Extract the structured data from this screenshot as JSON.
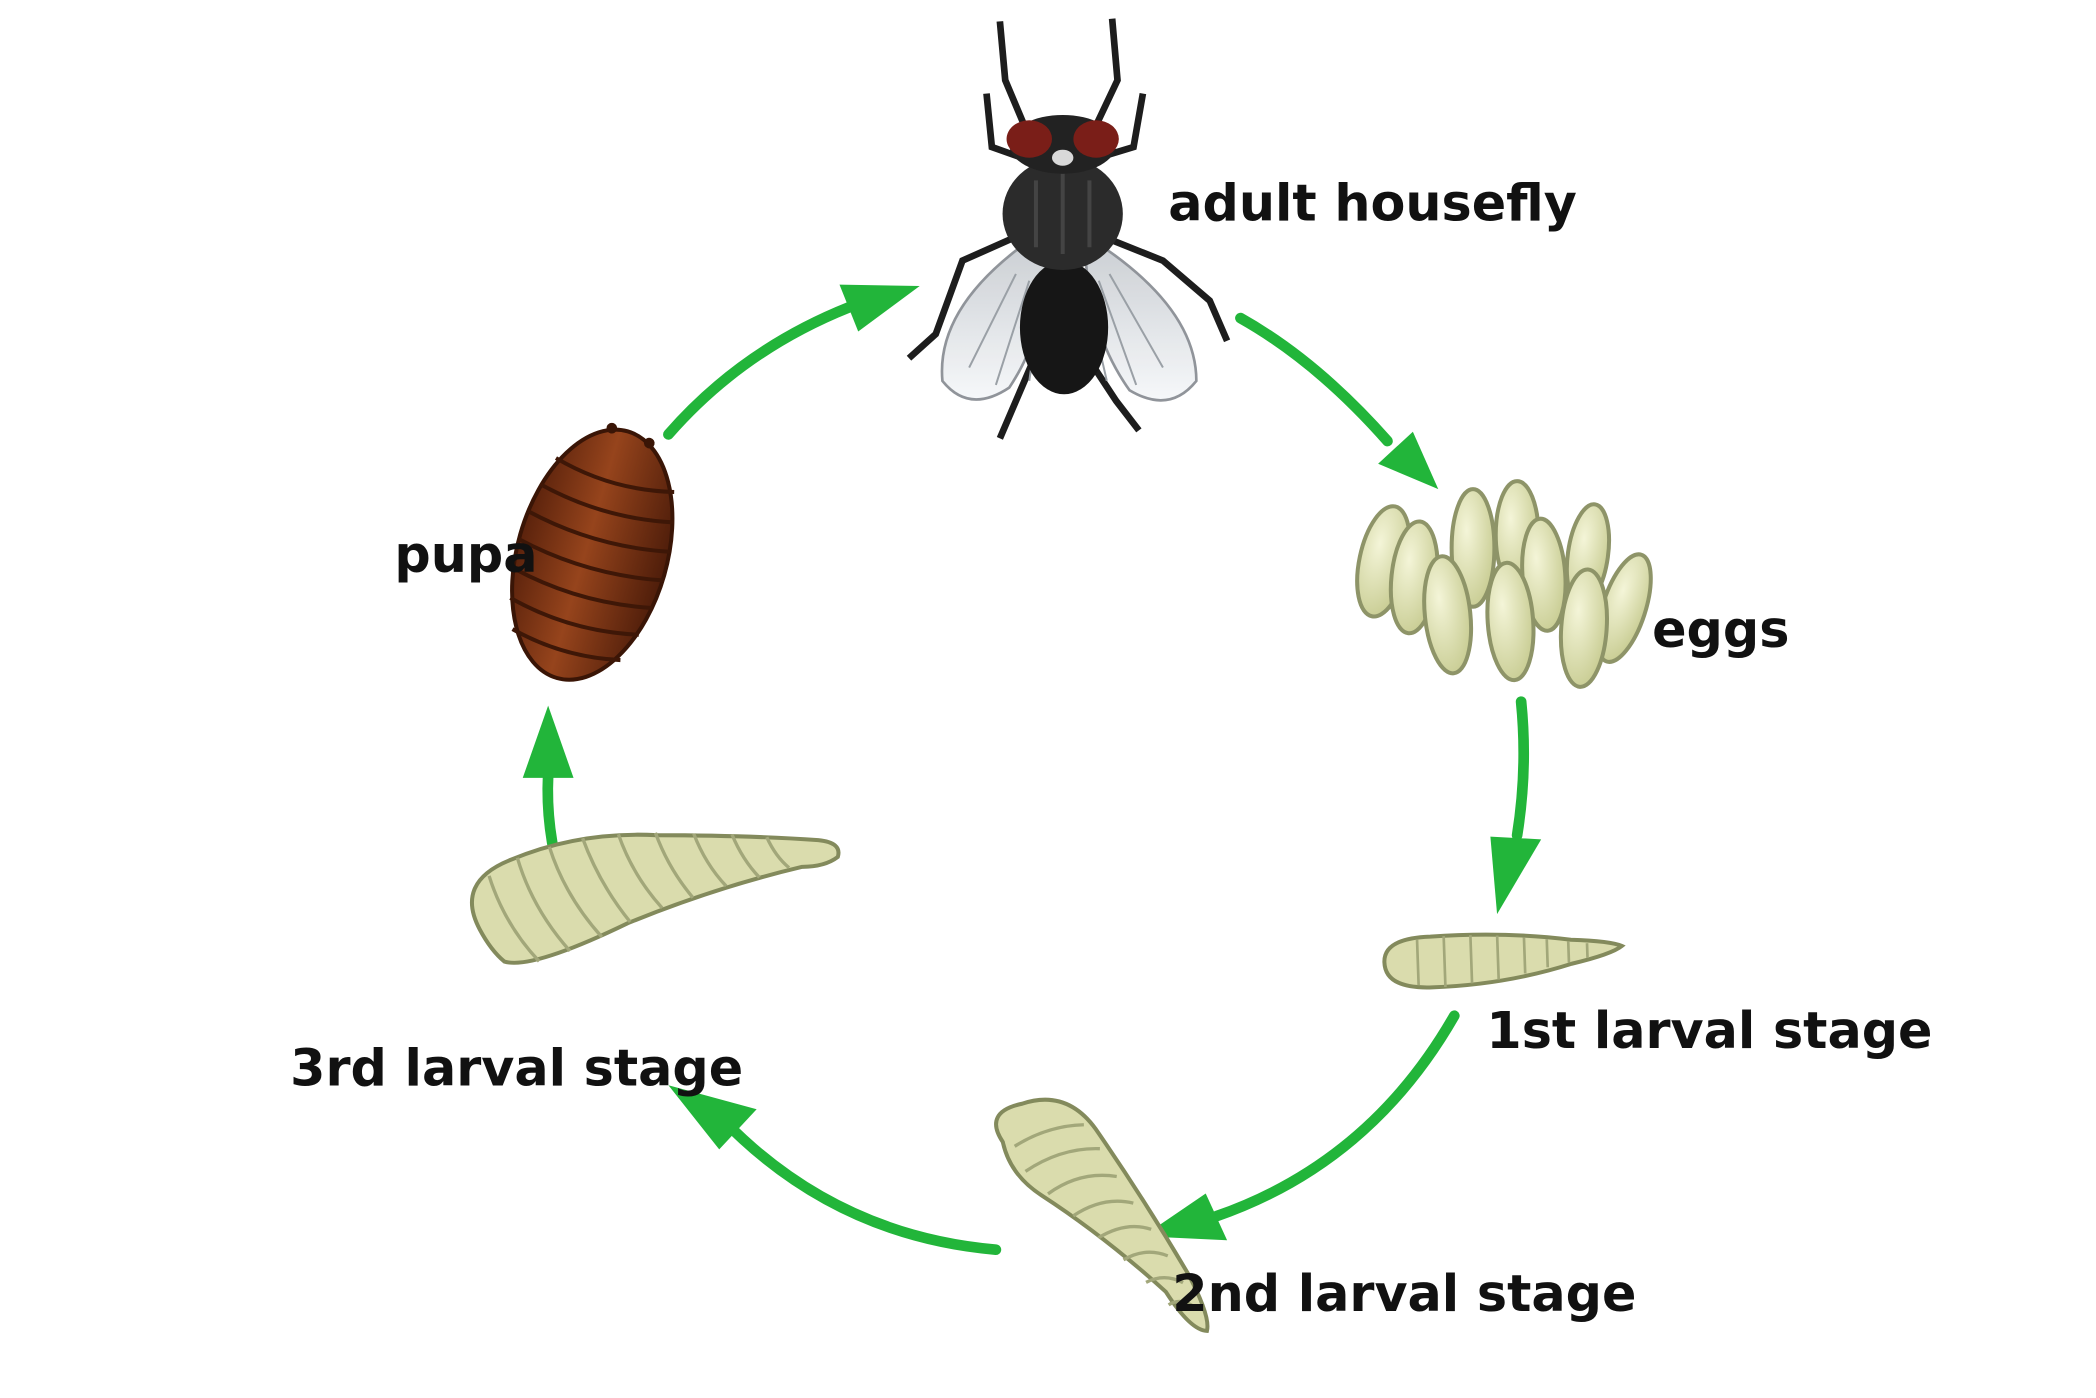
{
  "diagram": {
    "type": "life-cycle",
    "colors": {
      "arrow": "#22b53a",
      "egg": "#d9dcaa",
      "egg_outline": "#8e9468",
      "larva": "#dadcad",
      "larva_outline": "#838a5c",
      "pupa": "#7a3416",
      "pupa_dark": "#4a1c0a",
      "fly_body": "#1d1d1d",
      "fly_eye": "#7a1e18",
      "fly_wing": "#e9eef2",
      "label": "#111111"
    },
    "stages": [
      {
        "id": "adult",
        "label": "adult housefly",
        "icon": "housefly-icon"
      },
      {
        "id": "eggs",
        "label": "eggs",
        "icon": "eggs-icon"
      },
      {
        "id": "larva1",
        "label": "1st larval stage",
        "icon": "larva-icon"
      },
      {
        "id": "larva2",
        "label": "2nd larval stage",
        "icon": "larva-icon"
      },
      {
        "id": "larva3",
        "label": "3rd larval stage",
        "icon": "larva-icon"
      },
      {
        "id": "pupa",
        "label": "pupa",
        "icon": "pupa-icon"
      }
    ],
    "cycle": [
      {
        "from": "adult",
        "to": "eggs"
      },
      {
        "from": "eggs",
        "to": "larva1"
      },
      {
        "from": "larva1",
        "to": "larva2"
      },
      {
        "from": "larva2",
        "to": "larva3"
      },
      {
        "from": "larva3",
        "to": "pupa"
      },
      {
        "from": "pupa",
        "to": "adult"
      }
    ]
  }
}
